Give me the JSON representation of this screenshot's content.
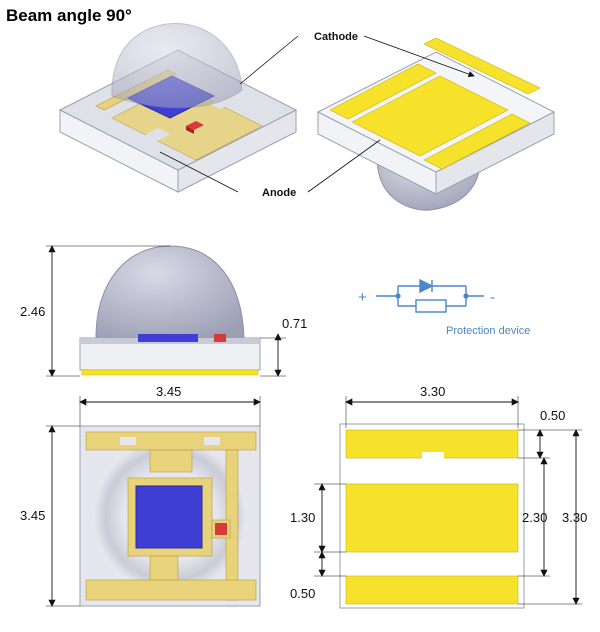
{
  "title": "Beam angle 90°",
  "labels": {
    "cathode": "Cathode",
    "anode": "Anode",
    "protection_device": "Protection device",
    "plus": "+",
    "minus": "-"
  },
  "dimensions": {
    "side_height": "2.46",
    "side_substrate": "0.71",
    "top_width": "3.45",
    "top_height": "3.45",
    "bottom_width": "3.30",
    "bottom_top_pad": "0.50",
    "bottom_mid_pad": "1.30",
    "bottom_inner": "2.30",
    "bottom_total": "3.30",
    "bottom_low_pad": "0.50"
  },
  "colors": {
    "pad_yellow": "#f6e22a",
    "gold_trace": "#e8d27a",
    "chip_blue": "#3f3fd6",
    "protection_red": "#d83a3a",
    "dome_gray": "#a9abc0",
    "substrate": "#eef0f4",
    "symbol_blue": "#4a86c8"
  }
}
